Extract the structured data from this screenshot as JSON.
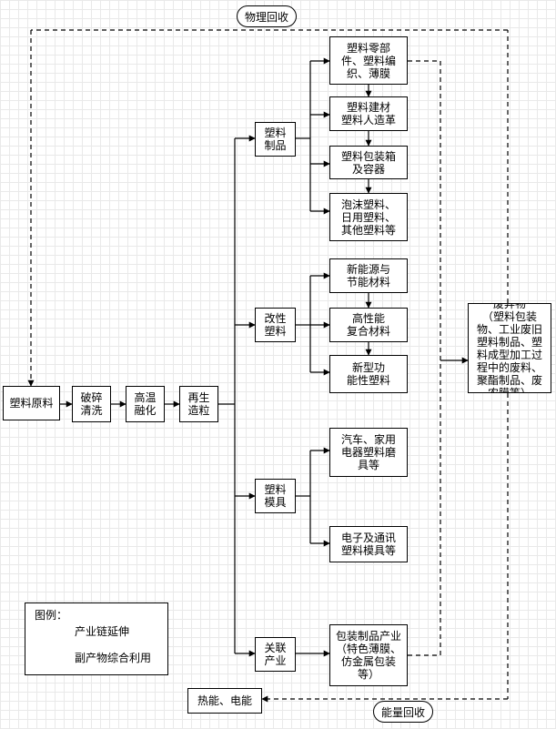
{
  "top_label": "物理回收",
  "bottom_label": "能量回收",
  "nodes": {
    "raw": "塑料原料",
    "crush": "破碎\n清洗",
    "melt": "高温\n融化",
    "pellet": "再生\n造粒",
    "products": "塑料\n制品",
    "modified": "改性\n塑料",
    "molds": "塑料\n模具",
    "related": "关联\n产业",
    "p1": "塑料零部\n件、塑料编\n织、薄膜",
    "p2": "塑料建材\n塑料人造革",
    "p3": "塑料包装箱\n及容器",
    "p4": "泡沫塑料、\n日用塑料、\n其他塑料等",
    "m1": "新能源与\n节能材料",
    "m2": "高性能\n复合材料",
    "m3": "新型功\n能性塑料",
    "d1": "汽车、家用\n电器塑料磨\n具等",
    "d2": "电子及通讯\n塑料模具等",
    "r1": "包装制品产业\n（特色薄膜、\n仿金属包装\n等）",
    "waste": "废弃物\n（塑料包装\n物、工业废旧\n塑料制品、塑\n料成型加工过\n程中的废料、\n聚酯制品、废\n农膜等）",
    "energy": "热能、电能"
  },
  "legend": {
    "title": "图例：",
    "solid": "产业链延伸",
    "dashed": "副产物综合利用"
  }
}
